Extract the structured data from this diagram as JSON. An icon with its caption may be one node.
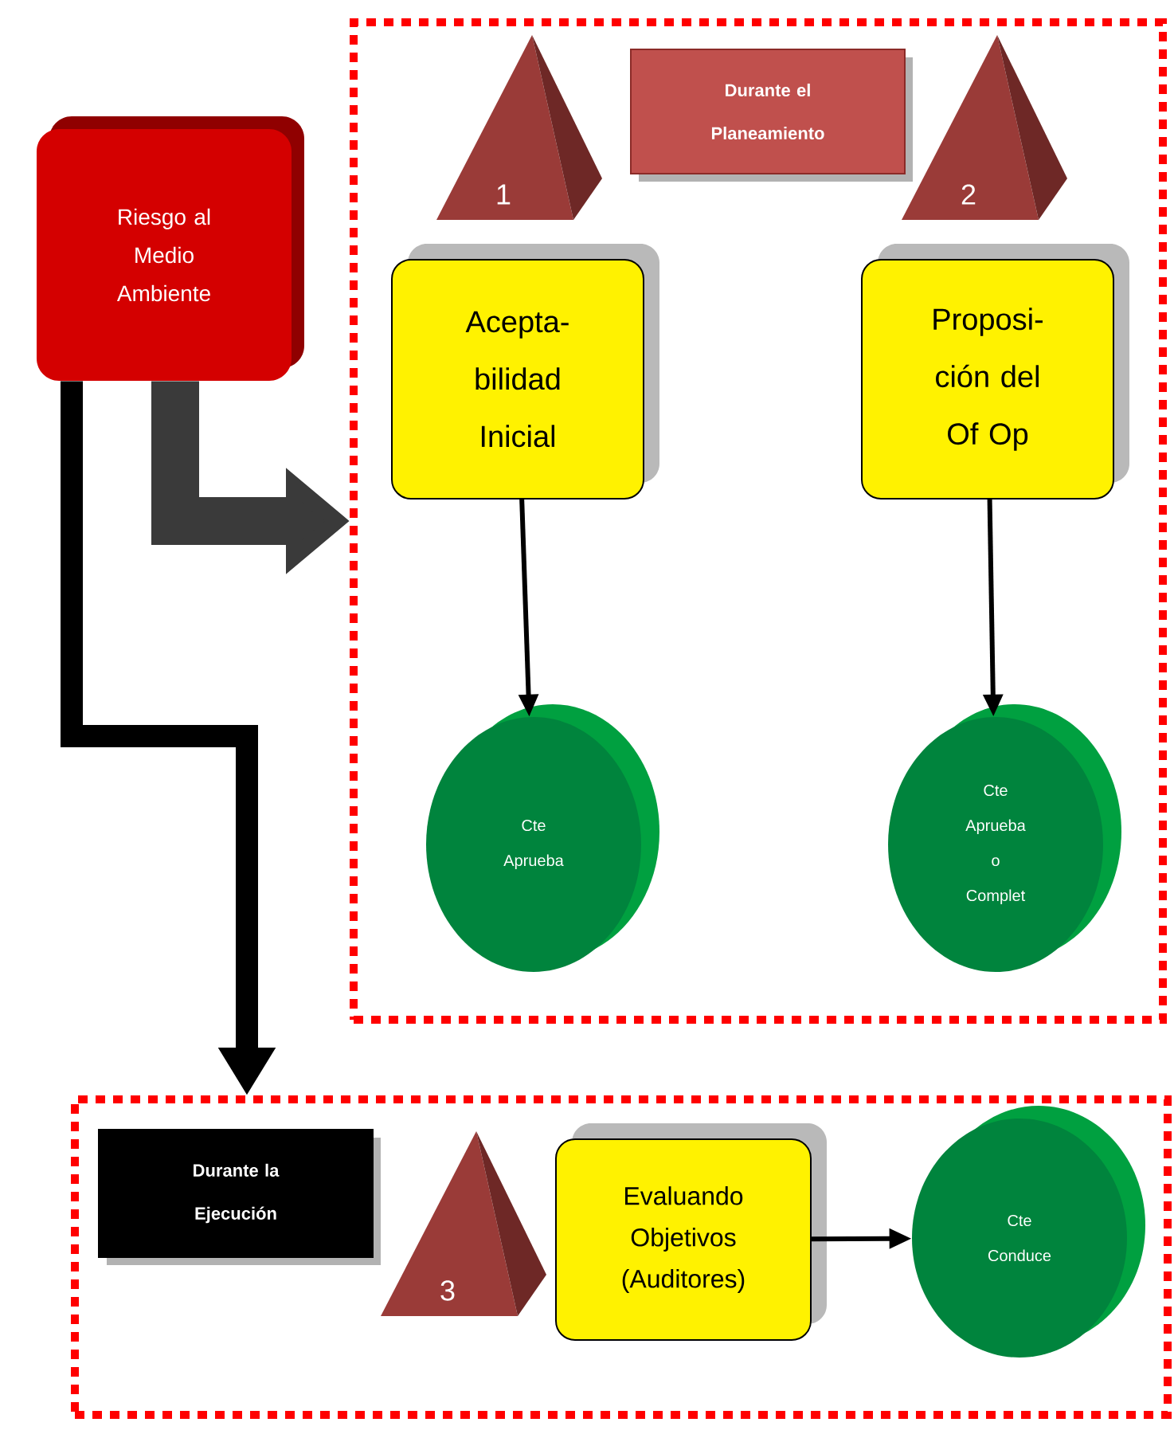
{
  "diagram": {
    "nodes": [
      {
        "text": [
          "Riesgo al Medio Ambiente"
        ]
      },
      {
        "text": [
          "Durante el Planeamiento"
        ]
      },
      {
        "text": [
          "1"
        ],
        "in": 1
      },
      {
        "text": [
          "2"
        ],
        "in": 1
      },
      {
        "text": [
          "Acepta-bilidad Inicial"
        ],
        "in": 1
      },
      {
        "text": [
          "Proposi-ción del Of Op"
        ],
        "in": 1
      },
      {
        "text": [
          "Cte Aprueba"
        ],
        "in": 1
      },
      {
        "text": [
          "Cte Aprueba o Complet"
        ],
        "in": 1
      },
      {
        "text": [
          "Durante la Ejecución"
        ]
      },
      {
        "text": [
          "3"
        ],
        "in": 8
      },
      {
        "text": [
          "Evaluando Objetivos (Auditores)"
        ],
        "in": 8
      },
      {
        "text": [
          "Cte Conduce"
        ],
        "in": 8
      }
    ],
    "edges": [
      {
        "from": 0,
        "to": 1,
        "arrow": "to",
        "style": "thick",
        "color": "#3a3a3a"
      },
      {
        "from": 0,
        "to": 8,
        "arrow": "to",
        "style": "thick"
      },
      {
        "from": 4,
        "to": 6,
        "arrow": "to"
      },
      {
        "from": 5,
        "to": 7,
        "arrow": "to"
      },
      {
        "from": 10,
        "to": 11,
        "arrow": "to"
      }
    ]
  }
}
